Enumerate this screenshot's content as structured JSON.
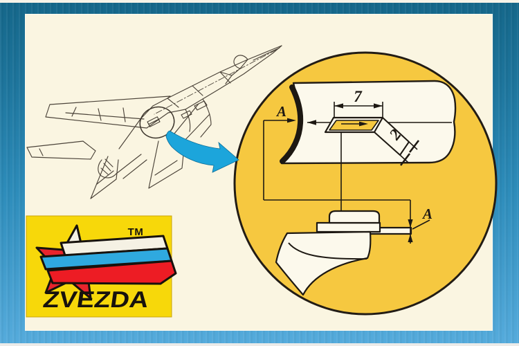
{
  "frame": {
    "top_color": "#15678a",
    "bottom_color": "#55abdc",
    "panel_color": "#faf5e1"
  },
  "diagram": {
    "aircraft_icon": "fighter-jet-line-drawing",
    "arrow_color": "#1ca5db",
    "callout_circle_fill": "#f6c840",
    "callout_outline": "#221c15",
    "dims": {
      "width_label": "7",
      "depth_label": "2",
      "surface_label": "A",
      "thickness_label": "A"
    }
  },
  "logo": {
    "name": "ZVEZDA",
    "trademark": "TM",
    "bg_color": "#f7d80a",
    "star_red": "#e8242c",
    "flag_white": "#f5f1e4",
    "flag_blue": "#2fa9df",
    "flag_red": "#ed1c24"
  }
}
